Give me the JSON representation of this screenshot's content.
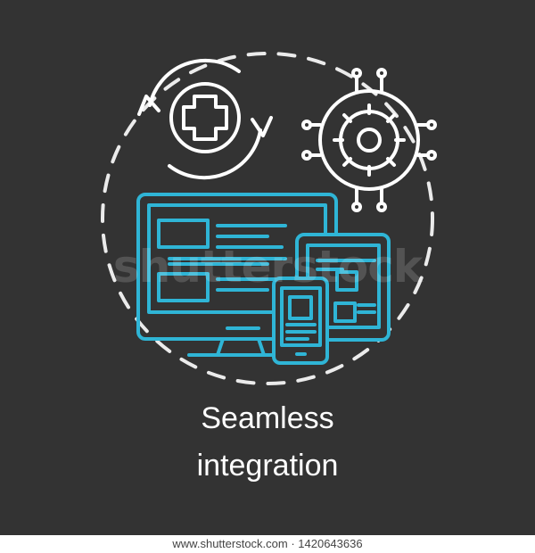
{
  "caption": {
    "line1": "Seamless",
    "line2": "integration"
  },
  "watermark": "shutterstock",
  "footer": {
    "text": "www.shutterstock.com · 1420643636"
  },
  "colors": {
    "background": "#333333",
    "chalk_white": "#ffffff",
    "chalk_blue": "#2fb5d6"
  },
  "icons": [
    "circular-arrows-plus-icon",
    "gear-circuit-icon",
    "responsive-devices-icon"
  ]
}
